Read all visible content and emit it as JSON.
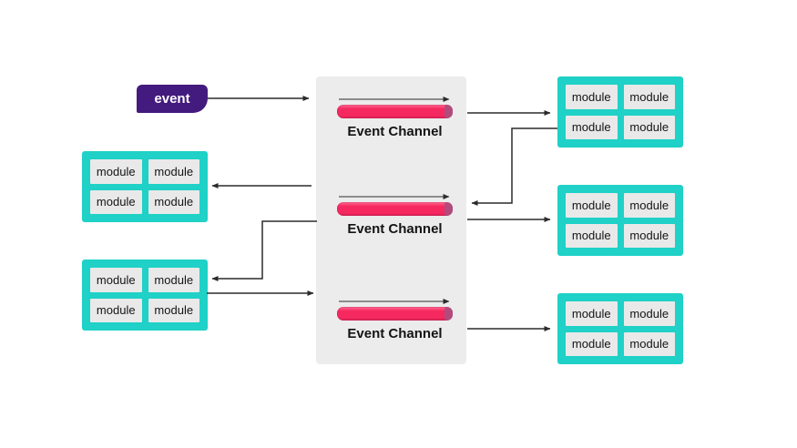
{
  "diagram": {
    "event": {
      "label": "event"
    },
    "channels": [
      {
        "label": "Event Channel"
      },
      {
        "label": "Event Channel"
      },
      {
        "label": "Event Channel"
      }
    ],
    "module_groups": [
      {
        "side": "left",
        "position": "left-top",
        "cells": [
          "module",
          "module",
          "module",
          "module"
        ]
      },
      {
        "side": "left",
        "position": "left-bottom",
        "cells": [
          "module",
          "module",
          "module",
          "module"
        ]
      },
      {
        "side": "right",
        "position": "right-top",
        "cells": [
          "module",
          "module",
          "module",
          "module"
        ]
      },
      {
        "side": "right",
        "position": "right-middle",
        "cells": [
          "module",
          "module",
          "module",
          "module"
        ]
      },
      {
        "side": "right",
        "position": "right-bottom",
        "cells": [
          "module",
          "module",
          "module",
          "module"
        ]
      }
    ],
    "colors": {
      "event_box": "#431a7d",
      "channel_bar": "#f5295f",
      "channel_bar_cap": "#b14b7c",
      "module_group": "#1fd1c6",
      "module_cell": "#e9e9e9",
      "panel_bg": "#ececec",
      "arrow_color": "#2b2b2b"
    }
  }
}
